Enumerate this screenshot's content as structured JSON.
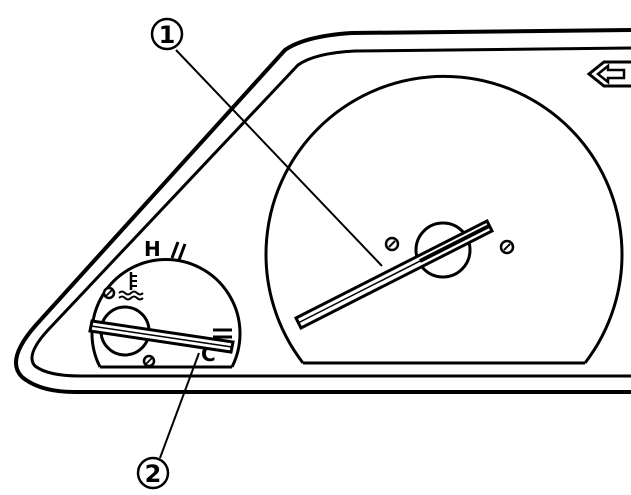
{
  "callouts": [
    {
      "label": "1"
    },
    {
      "label": "2"
    }
  ],
  "temperature_gauge": {
    "hot_label": "H",
    "cold_label": "C",
    "symbol_icon": "coolant-temperature-icon"
  },
  "indicator": {
    "icon": "turn-signal-left-arrow-icon"
  },
  "colors": {
    "line": "#000000",
    "background": "#ffffff"
  }
}
